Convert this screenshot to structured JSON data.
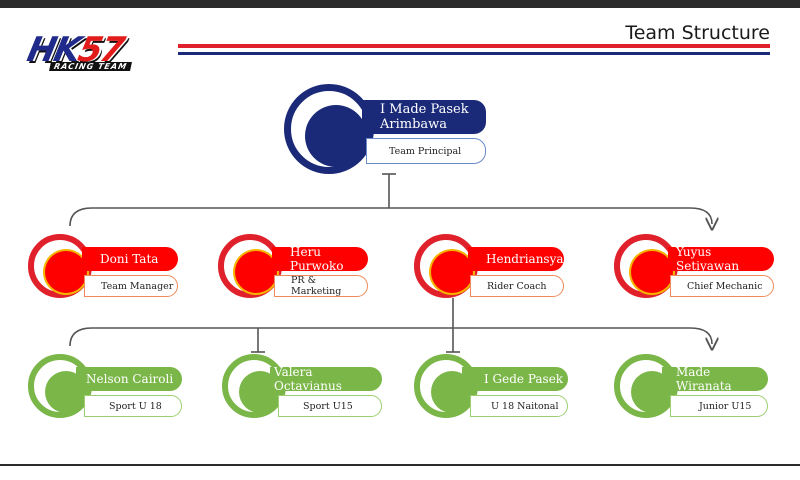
{
  "header": {
    "title": "Team Structure",
    "logo_main": "HK",
    "logo_num": "57",
    "logo_sub": "RACING TEAM"
  },
  "top": {
    "name_line1": "I Made Pasek",
    "name_line2": "Arimbawa",
    "role": "Team Principal"
  },
  "managers": [
    {
      "name": "Doni Tata",
      "role": "Team Manager"
    },
    {
      "name": "Heru Purwoko",
      "role": "PR & Marketing"
    },
    {
      "name": "Hendriansyah",
      "role": "Rider Coach"
    },
    {
      "name": "Yuyus Setiyawan",
      "role": "Chief Mechanic"
    }
  ],
  "riders": [
    {
      "name": "Nelson Cairoli",
      "role": "Sport U 18"
    },
    {
      "name": "Valera Octavianus",
      "role": "Sport U15"
    },
    {
      "name": "I Gede Pasek",
      "role": "U 18 Naitonal"
    },
    {
      "name": "Made Wiranata",
      "role": "Junior U15"
    }
  ],
  "colors": {
    "navy": "#1b2a78",
    "red": "#ff0000",
    "green": "#7ab648",
    "stripe_red": "#e0202a"
  }
}
